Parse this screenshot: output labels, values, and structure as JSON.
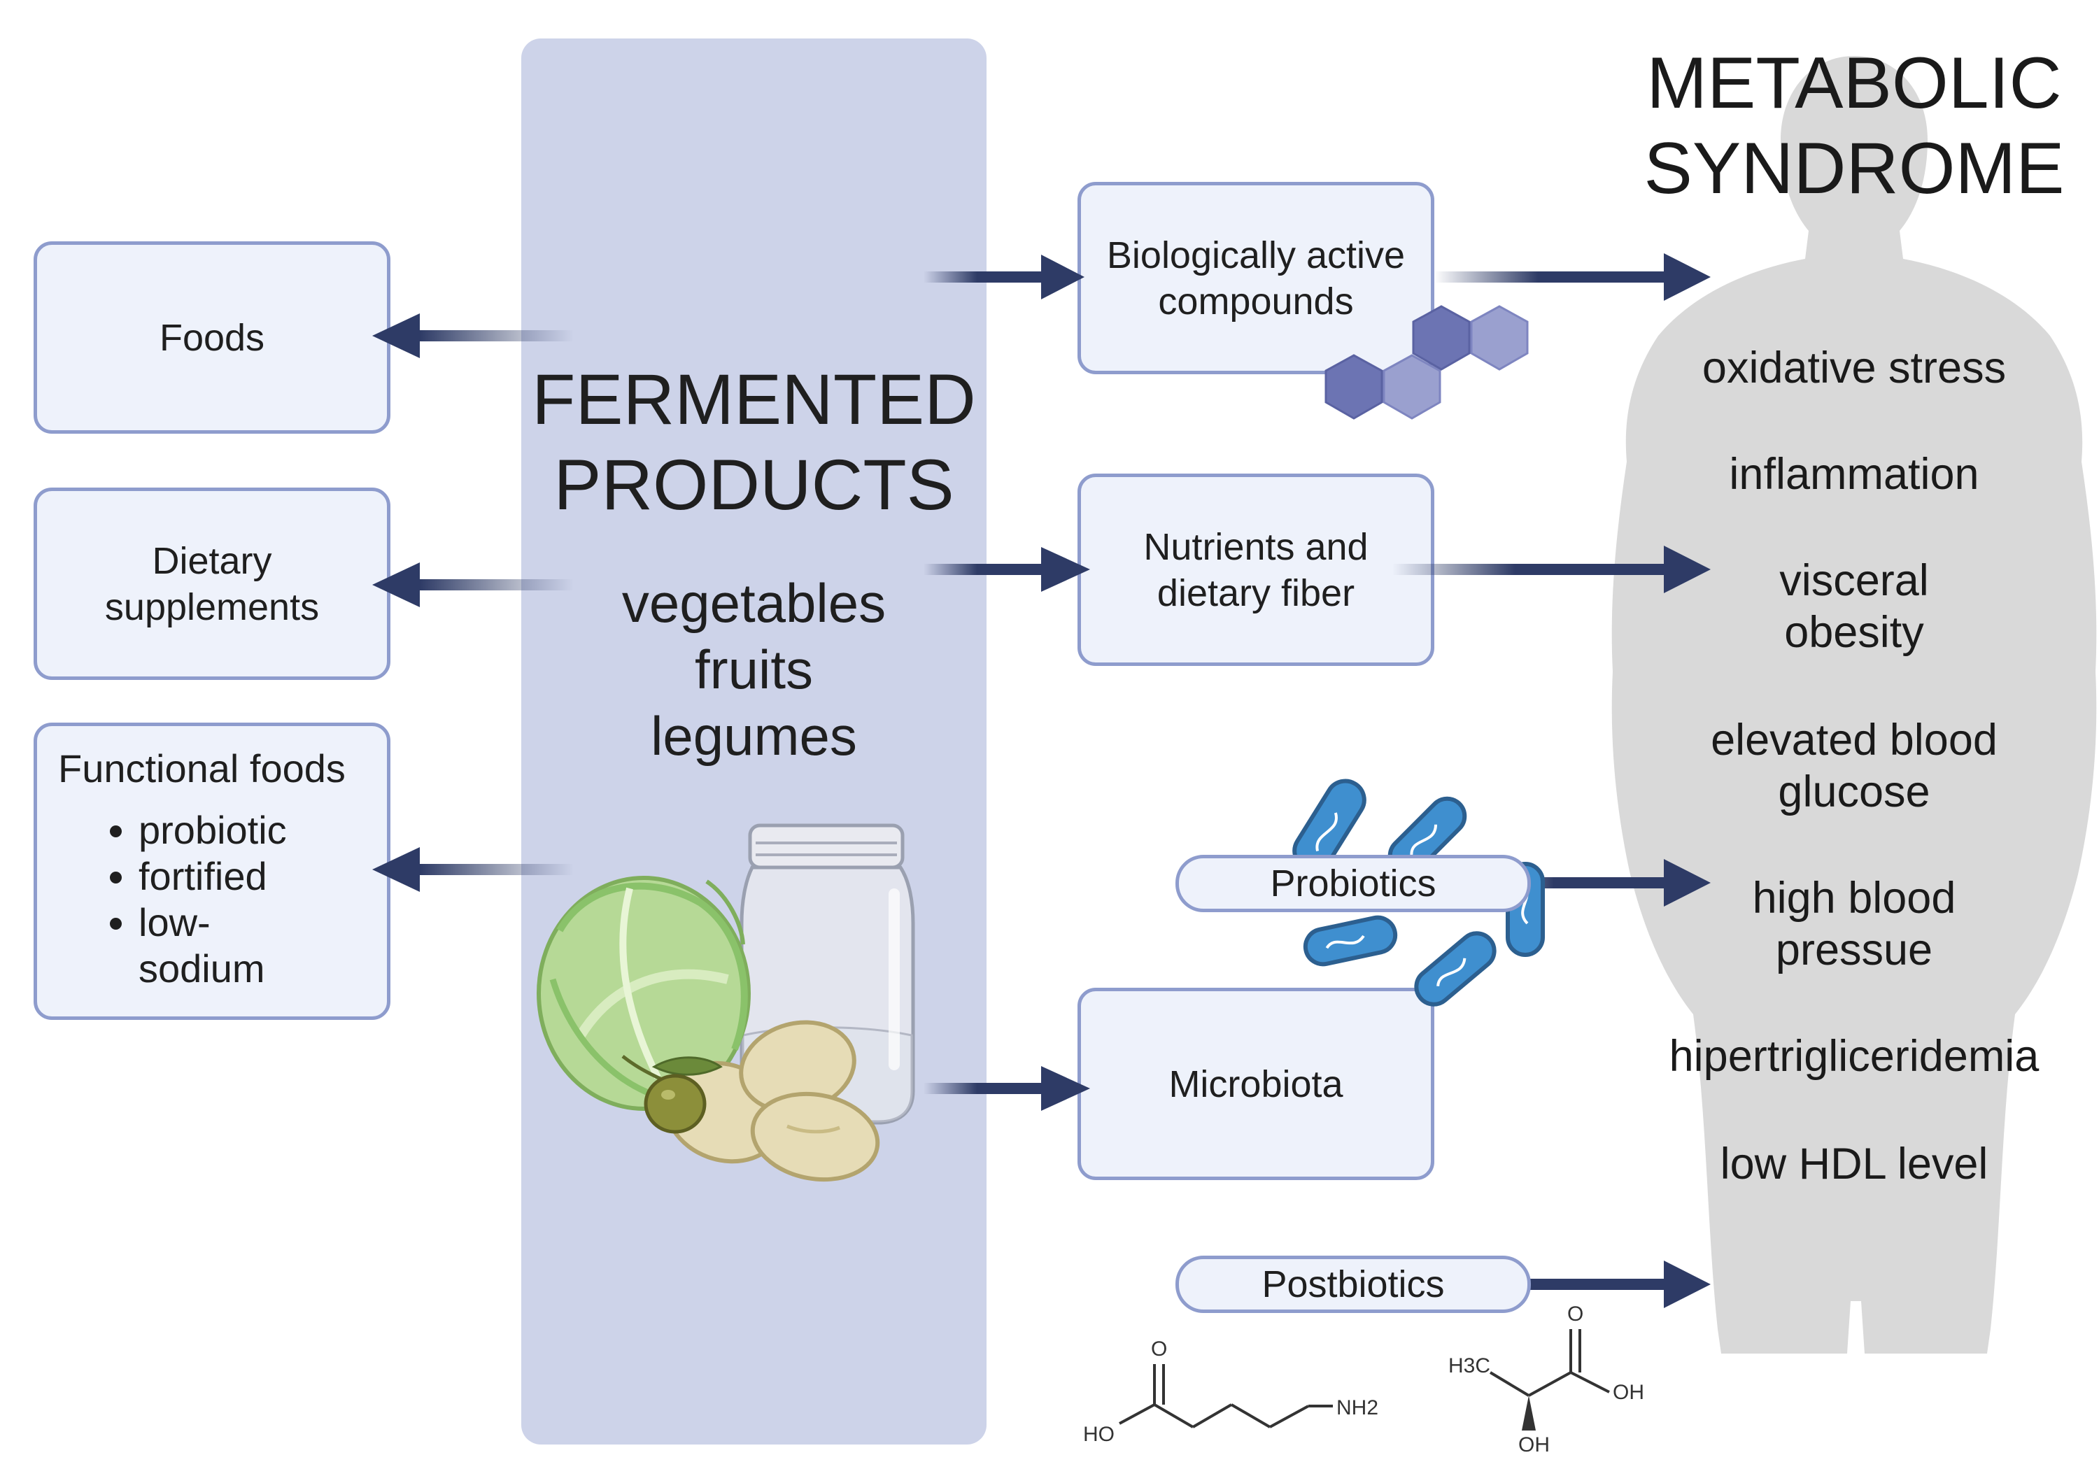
{
  "colors": {
    "column_bg": "#cdd3e9",
    "box_bg": "#eef2fb",
    "box_border": "#8e9ccd",
    "arrow": "#2e3b66",
    "silhouette": "#d9d9d9",
    "bacteria": "#3f8fcf",
    "hexagon_dark": "#6c74b3",
    "hexagon_light": "#9aa0cf"
  },
  "center": {
    "title_line1": "FERMENTED",
    "title_line2": "PRODUCTS",
    "items": [
      "vegetables",
      "fruits",
      "legumes"
    ]
  },
  "left_boxes": {
    "foods": "Foods",
    "supplements_line1": "Dietary",
    "supplements_line2": "supplements",
    "functional_title": "Functional foods",
    "functional_items": [
      "probiotic",
      "fortified",
      "low-",
      "sodium"
    ]
  },
  "middle_boxes": {
    "bioactive_line1": "Biologically active",
    "bioactive_line2": "compounds",
    "nutrients_line1": "Nutrients and",
    "nutrients_line2": "dietary fiber",
    "probiotics": "Probiotics",
    "microbiota": "Microbiota",
    "postbiotics": "Postbiotics"
  },
  "metabolic_syndrome": {
    "title_line1": "METABOLIC",
    "title_line2": "SYNDROME",
    "items": [
      "oxidative stress",
      "inflammation",
      "visceral",
      "obesity",
      "elevated blood",
      "glucose",
      "high blood",
      "pressue",
      "hipertrigliceridemia",
      "low HDL level"
    ]
  },
  "chemistry": {
    "gaba_o": "O",
    "gaba_ho": "HO",
    "gaba_nh2": "NH2",
    "lactic_o": "O",
    "lactic_h3c": "H3C",
    "lactic_oh_right": "OH",
    "lactic_oh_bottom": "OH"
  },
  "icons": [
    "person-silhouette-icon",
    "cabbage-icon",
    "jar-icon",
    "bean-icon",
    "olive-icon",
    "bacteria-icon",
    "hexagon-molecule-icon"
  ]
}
